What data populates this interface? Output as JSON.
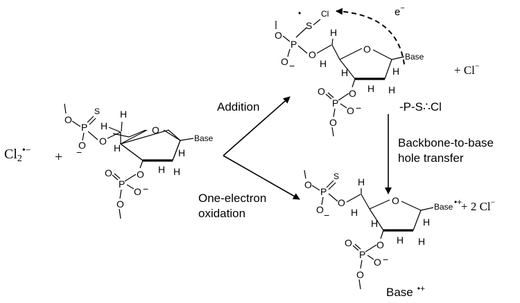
{
  "reagents": {
    "oxidant": "Cl",
    "oxidant_sub": "2",
    "oxidant_charge": "•−",
    "plus": "+"
  },
  "atoms": {
    "O": "O",
    "P": "P",
    "S": "S",
    "H": "H",
    "Cl": "Cl",
    "minus": "−",
    "base": "Base"
  },
  "arrows": {
    "addition": "Addition",
    "oxidation_line1": "One-electron",
    "oxidation_line2": "oxidation",
    "transfer_line1": "Backbone-to-base",
    "transfer_line2": "hole transfer",
    "electron": "e",
    "electron_charge": "−"
  },
  "products": {
    "top_plus": "+ Cl",
    "top_plus_charge": "−",
    "adduct": "-P-S∴Cl",
    "bottom_base_charge": "•+",
    "bottom_plus": "+ 2  Cl",
    "bottom_plus_charge": "−",
    "base_cation": "Base",
    "base_cation_charge": "•+"
  }
}
